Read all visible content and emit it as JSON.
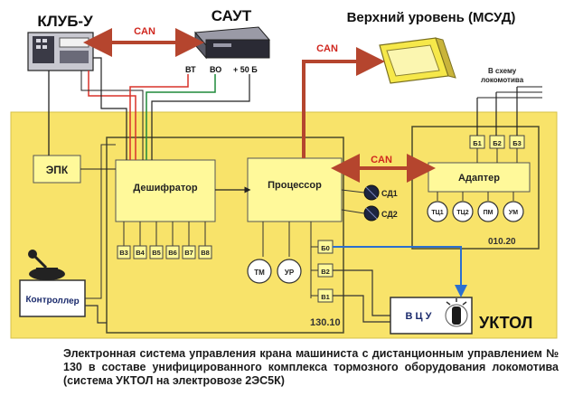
{
  "title_klub": "КЛУБ-У",
  "title_saut": "САУТ",
  "title_upper": "Верхний уровень (МСУД)",
  "can_labels": [
    "CAN",
    "CAN",
    "CAN"
  ],
  "saut_terminals": [
    "ВТ",
    "ВО",
    "+ 50 Б"
  ],
  "loco_scheme": "В схему локомотива",
  "epk": "ЭПК",
  "decoder": "Дешифратор",
  "processor": "Процессор",
  "adapter": "Адаптер",
  "controller": "Контроллер",
  "vcu": "В Ц У",
  "uktol": "УКТОЛ",
  "unit_main": "130.10",
  "unit_adapter": "010.20",
  "decoder_outputs": [
    "В3",
    "В4",
    "В5",
    "В6",
    "В7",
    "В8"
  ],
  "adapter_inputs": [
    "Б1",
    "Б2",
    "Б3"
  ],
  "adapter_sensors": [
    "ТЦ1",
    "ТЦ2",
    "ПМ",
    "УМ"
  ],
  "proc_sensors": [
    "ТМ",
    "УР"
  ],
  "leds": [
    "СД1",
    "СД2"
  ],
  "valve_blocks": [
    "Б0",
    "В2",
    "В1"
  ],
  "caption": "Электронная система управления крана машиниста с дистанционным управлением № 130 в составе унифицированного комплекса тормозного оборудования локомотива (система УКТОЛ на электровозе 2ЭС5К)",
  "colors": {
    "panel": "#f8e36a",
    "block": "#fff99a",
    "wire_red": "#d8322a",
    "can_bus": "#b5452e",
    "wire_blue": "#2b6fd0",
    "wire_green": "#1f8a3a",
    "text_red": "#d0261e"
  },
  "icons": [
    "klub-device-icon",
    "saut-device-icon",
    "monitor-icon",
    "joystick-icon",
    "switch-knob-icon",
    "led-icon",
    "gauge-icon"
  ]
}
